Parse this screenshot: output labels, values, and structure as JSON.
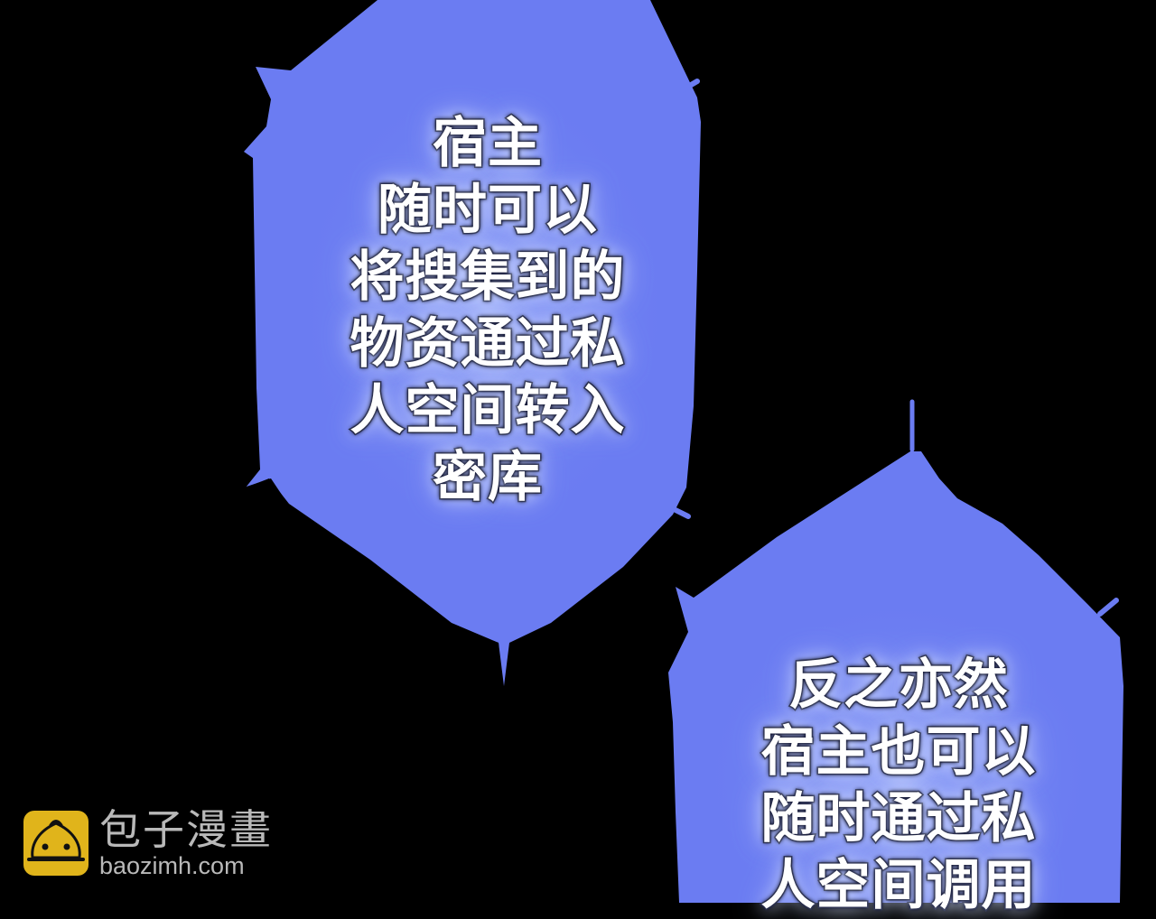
{
  "panel": {
    "background_color": "#000000",
    "bubble_color": "#6b7cf2",
    "text_color": "#ffffff",
    "text_outline_color": "#101433"
  },
  "bubble1": {
    "lines": [
      "宿主",
      "随时可以",
      "将搜集到的",
      "物资通过私",
      "人空间转入",
      "密库"
    ]
  },
  "bubble2": {
    "lines": [
      "反之亦然",
      "宿主也可以",
      "随时通过私",
      "人空间调用"
    ]
  },
  "watermark": {
    "logo_icon": "steamed-bun-icon",
    "logo_color": "#e0b41b",
    "name": "包子漫畫",
    "url": "baozimh.com"
  }
}
